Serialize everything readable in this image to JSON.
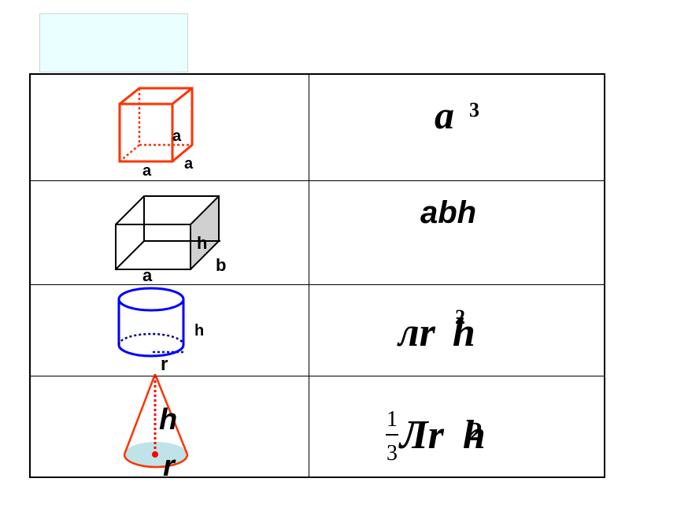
{
  "rows": [
    {
      "shape": "cube",
      "labels": {
        "edge_height": "a",
        "edge_front": "a",
        "edge_side": "a"
      },
      "formula": {
        "base": "a",
        "exp": "3"
      }
    },
    {
      "shape": "rectangular-prism",
      "labels": {
        "height": "h",
        "depth": "b",
        "width": "a"
      },
      "formula": {
        "text": "abh"
      }
    },
    {
      "shape": "cylinder",
      "labels": {
        "height": "h",
        "radius": "r"
      },
      "formula": {
        "pi": "лr",
        "exp": "2",
        "tail": "h"
      }
    },
    {
      "shape": "cone",
      "labels": {
        "height": "h",
        "radius": "r"
      },
      "formula": {
        "num": "1",
        "den": "3",
        "pi": "Лr",
        "exp": "2",
        "tail": "h"
      }
    }
  ],
  "colors": {
    "cube": "#ff3300",
    "prism": "#000000",
    "prism_shade": "#d0d0d0",
    "cylinder": "#0000ff",
    "cone": "#ff3300",
    "cone_base": "#bfe3e8",
    "cone_axis": "#ff0000"
  }
}
